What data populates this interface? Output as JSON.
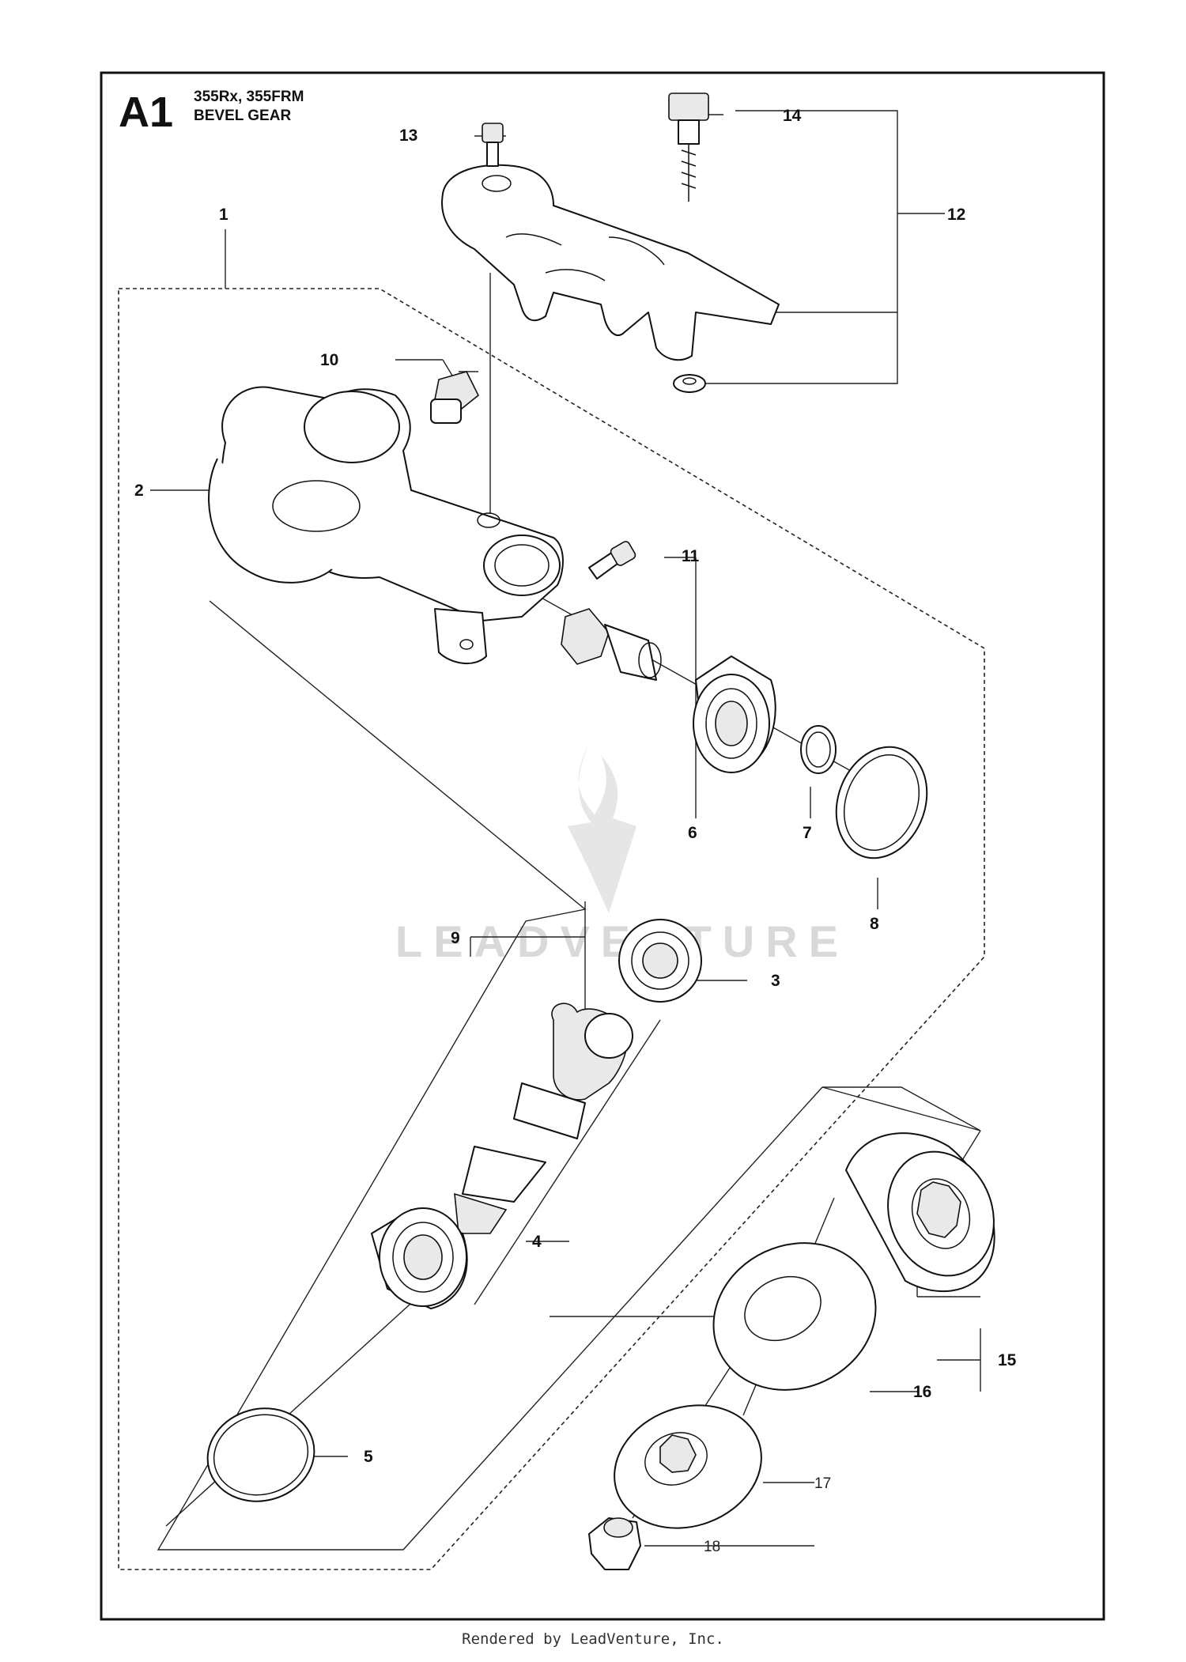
{
  "header": {
    "section_id": "A1",
    "models": "355Rx, 355FRM",
    "title": "BEVEL GEAR"
  },
  "watermark": "LEADVENTURE",
  "callouts": [
    "1",
    "2",
    "3",
    "4",
    "5",
    "6",
    "7",
    "8",
    "9",
    "10",
    "11",
    "12",
    "13",
    "14",
    "15",
    "16",
    "17",
    "18"
  ],
  "footer": {
    "credit": "Rendered by LeadVenture, Inc."
  }
}
